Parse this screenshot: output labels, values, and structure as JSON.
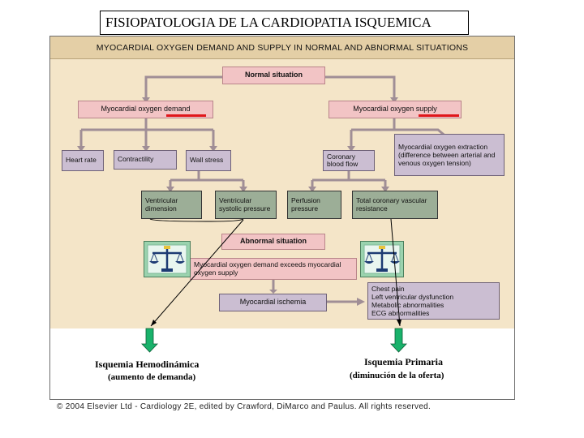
{
  "slide": {
    "title": "FISIOPATOLOGIA DE LA CARDIOPATIA ISQUEMICA",
    "copyright": "© 2004 Elsevier Ltd - Cardiology 2E, edited by Crawford, DiMarco and Paulus. All rights reserved."
  },
  "figure": {
    "header": "MYOCARDIAL OXYGEN DEMAND AND SUPPLY IN NORMAL AND ABNORMAL SITUATIONS",
    "normal_situation": "Normal situation",
    "demand": "Myocardial oxygen demand",
    "supply": "Myocardial oxygen supply",
    "heart_rate": "Heart rate",
    "contractility": "Contractility",
    "wall_stress": "Wall stress",
    "coronary_flow": "Coronary blood flow",
    "extraction": "Myocardial oxygen extraction (difference between arterial and venous oxygen tension)",
    "ventricular_dimension": "Ventricular dimension",
    "ventricular_systolic_pressure": "Ventricular systolic pressure",
    "perfusion_pressure": "Perfusion pressure",
    "coronary_resistance": "Total coronary vascular resistance",
    "abnormal_situation": "Abnormal situation",
    "exceeds": "Myocardial oxygen demand exceeds myocardial oxygen supply",
    "ischemia": "Myocardial ischemia",
    "consequences": [
      "Chest pain",
      "Left ventricular dysfunction",
      "Metabolic abnormalities",
      "ECG abnormalities"
    ]
  },
  "annotations": {
    "left_title": "Isquemia Hemodinámica",
    "left_sub": "(aumento de demanda)",
    "right_title": "Isquemia Primaria",
    "right_sub": "(diminución de la oferta)"
  },
  "colors": {
    "panel": "#f4e5c8",
    "pink_box": "#f2c4c5",
    "purple_box": "#cbbed2",
    "green_box": "#9cae97",
    "underline": "#e0161b",
    "green_arrow": "#19b26b"
  }
}
